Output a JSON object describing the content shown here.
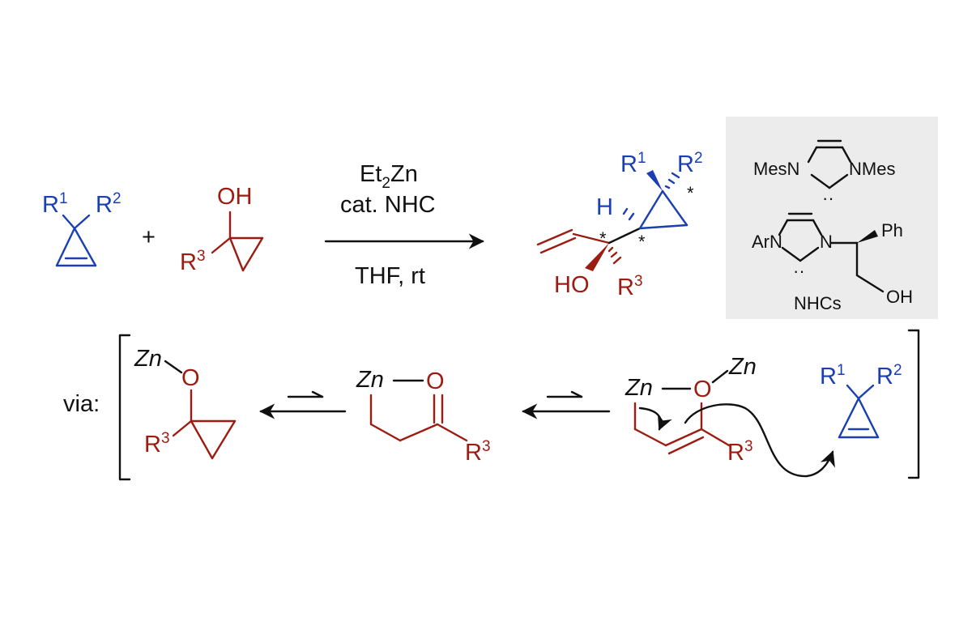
{
  "colors": {
    "substrate": "#1a3fb3",
    "cyclopropanol": "#9c1c12",
    "reagent": "#111111",
    "nhc_panel": "#ececec"
  },
  "labels": {
    "r": "R",
    "sup1": "1",
    "sup2": "2",
    "sup3": "3",
    "plus": "+",
    "oh": "OH",
    "ho": "HO",
    "h": "H",
    "star": "*",
    "via": "via:",
    "zn": "Zn",
    "o": "O",
    "reagent_et": "Et",
    "reagent_sub": "2",
    "reagent_zn": "Zn",
    "catalyst": "cat. NHC",
    "conditions": "THF, rt",
    "nhc_mesn": "MesN",
    "nhc_nmes": "NMes",
    "nhc_arn": "ArN",
    "nhc_n": "N",
    "nhc_ph": "Ph",
    "nhc_oh": "OH",
    "nhc_lone": "··",
    "nhc_caption": "NHCs"
  }
}
